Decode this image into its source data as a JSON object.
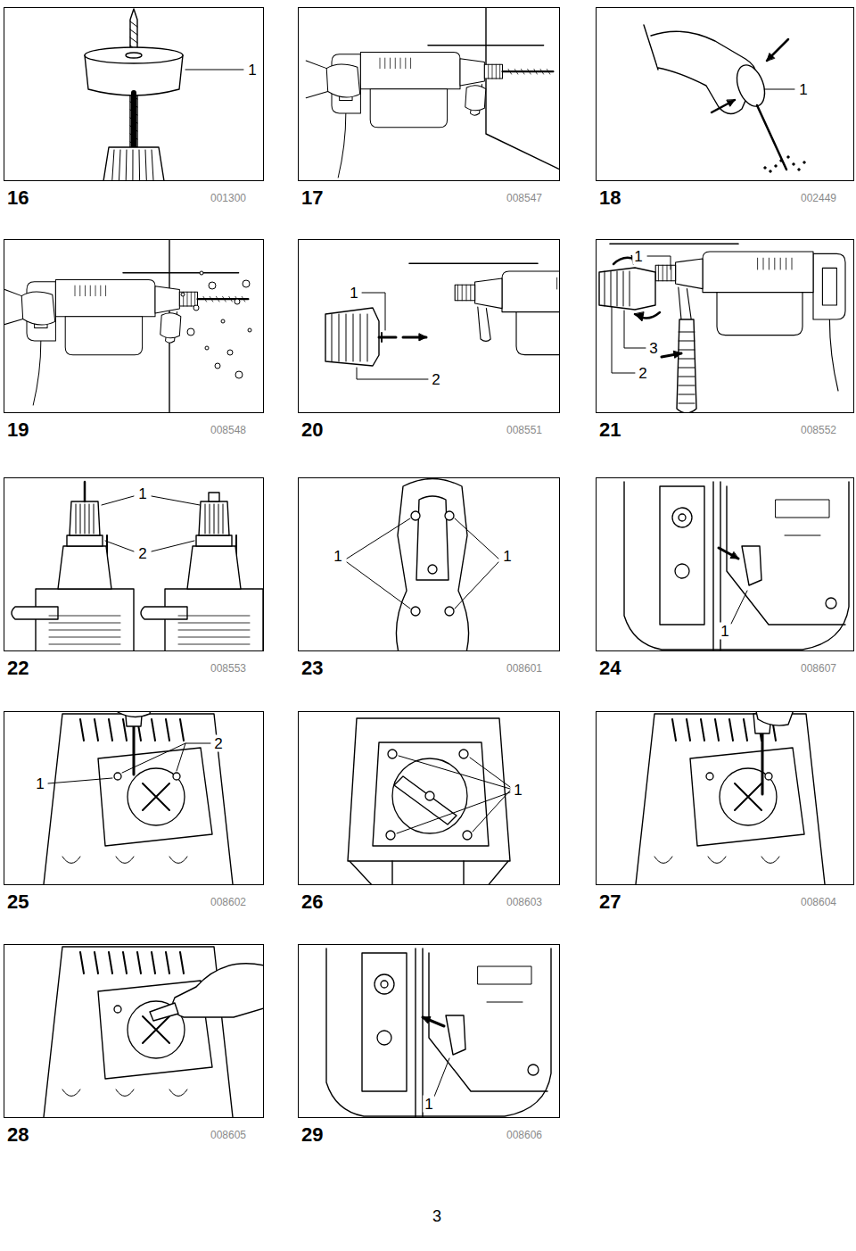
{
  "diagram": {
    "nodes": [
      {
        "text": [
          "16",
          "001300"
        ]
      },
      {
        "text": [
          "17",
          "008547"
        ]
      },
      {
        "text": [
          "18",
          "002449"
        ]
      },
      {
        "text": [
          "19",
          "008548"
        ]
      },
      {
        "text": [
          "20",
          "008551"
        ]
      },
      {
        "text": [
          "21",
          "008552"
        ]
      },
      {
        "text": [
          "22",
          "008553"
        ]
      },
      {
        "text": [
          "23",
          "008601"
        ]
      },
      {
        "text": [
          "24",
          "008607"
        ]
      },
      {
        "text": [
          "25",
          "008602"
        ]
      },
      {
        "text": [
          "26",
          "008603"
        ]
      },
      {
        "text": [
          "27",
          "008604"
        ]
      },
      {
        "text": [
          "28",
          "008605"
        ]
      },
      {
        "text": [
          "29",
          "008606"
        ]
      }
    ],
    "labels": [
      "1",
      "1",
      "1",
      "2",
      "1",
      "3",
      "2",
      "1",
      "2",
      "1",
      "1",
      "1",
      "2",
      "1",
      "1",
      "1",
      "3"
    ]
  }
}
